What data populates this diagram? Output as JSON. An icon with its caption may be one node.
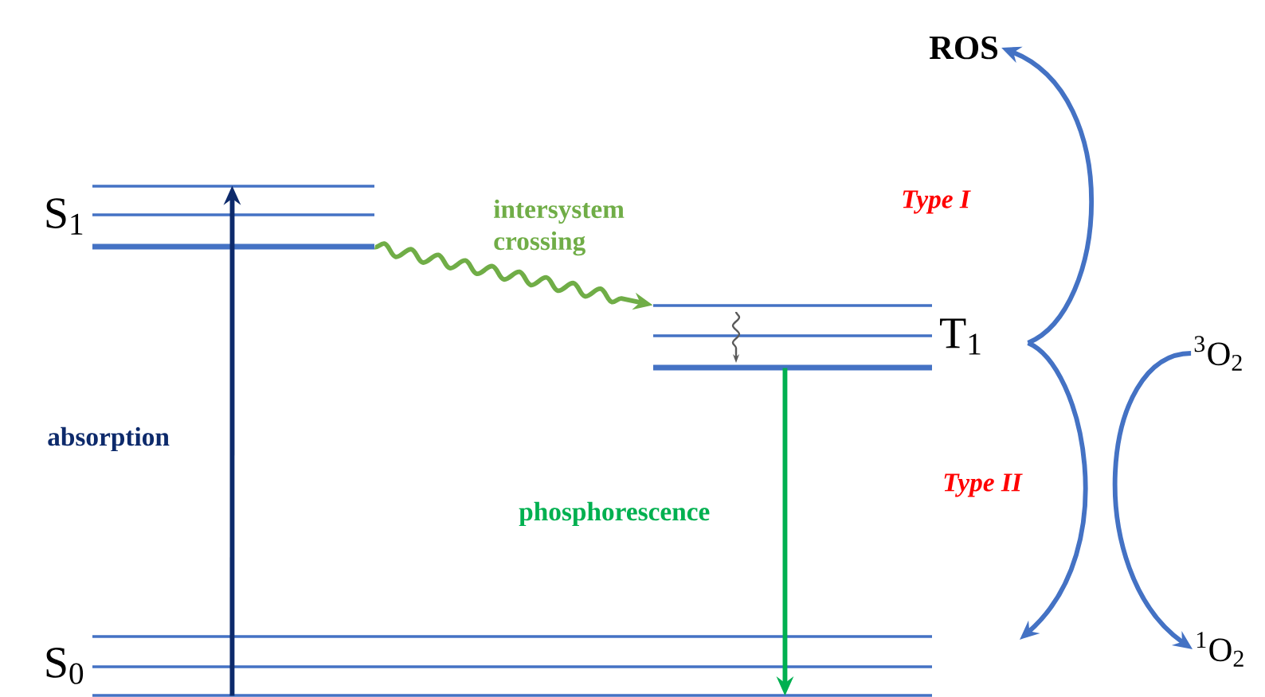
{
  "diagram": {
    "nodes": [
      {
        "text": [
          "S$_{1}$"
        ]
      },
      {
        "text": [
          "T$_{1}$"
        ]
      },
      {
        "text": [
          "S$_{0}$"
        ]
      },
      {
        "text": [
          "ROS"
        ]
      },
      {
        "text": [
          "$^{3}$O$_{2}$"
        ]
      },
      {
        "text": [
          "$^{1}$O$_{2}$"
        ]
      }
    ],
    "edges": [
      {
        "from": 2,
        "to": 0,
        "arrow": "to",
        "label": "absorption",
        "color": "#0d2a6b"
      },
      {
        "from": 0,
        "to": 1,
        "arrow": "to",
        "label": "intersystem crossing",
        "color": "#70ad47"
      },
      {
        "from": 1,
        "to": 2,
        "arrow": "to",
        "label": "phosphorescence",
        "color": "#00b050"
      },
      {
        "from": 1,
        "to": 3,
        "arrow": "to",
        "label": "Type I"
      },
      {
        "from": 1,
        "to": null,
        "arrow": "to",
        "label": "Type II"
      },
      {
        "from": 4,
        "to": 5,
        "arrow": "to"
      }
    ]
  }
}
